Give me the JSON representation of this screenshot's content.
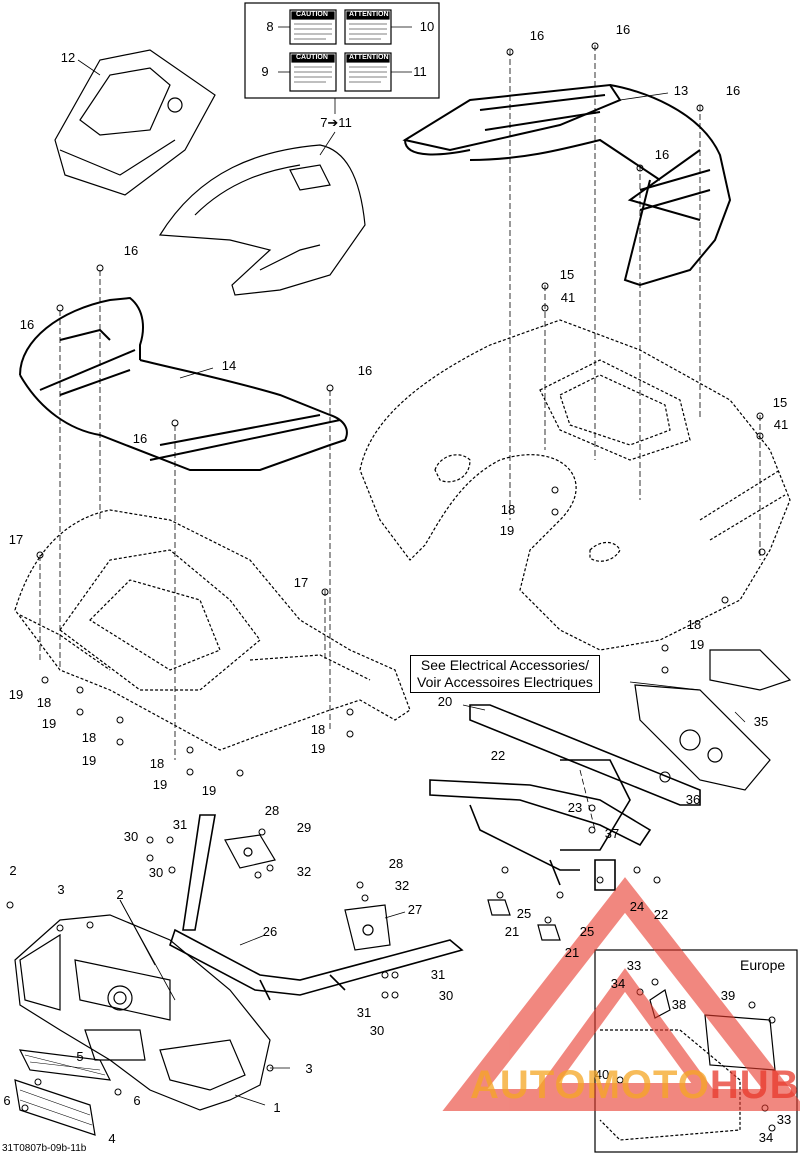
{
  "callouts": [
    {
      "n": "1"
    },
    {
      "n": "2"
    },
    {
      "n": "2"
    },
    {
      "n": "3"
    },
    {
      "n": "3"
    },
    {
      "n": "4"
    },
    {
      "n": "5"
    },
    {
      "n": "6"
    },
    {
      "n": "6"
    },
    {
      "n": "7➔11"
    },
    {
      "n": "8"
    },
    {
      "n": "9"
    },
    {
      "n": "10"
    },
    {
      "n": "11"
    },
    {
      "n": "12"
    },
    {
      "n": "13"
    },
    {
      "n": "14"
    },
    {
      "n": "15"
    },
    {
      "n": "15"
    },
    {
      "n": "16"
    },
    {
      "n": "16"
    },
    {
      "n": "16"
    },
    {
      "n": "16"
    },
    {
      "n": "16"
    },
    {
      "n": "16"
    },
    {
      "n": "16"
    },
    {
      "n": "16"
    },
    {
      "n": "17"
    },
    {
      "n": "17"
    },
    {
      "n": "18"
    },
    {
      "n": "18"
    },
    {
      "n": "18"
    },
    {
      "n": "18"
    },
    {
      "n": "18"
    },
    {
      "n": "18"
    },
    {
      "n": "19"
    },
    {
      "n": "19"
    },
    {
      "n": "19"
    },
    {
      "n": "19"
    },
    {
      "n": "19"
    },
    {
      "n": "19"
    },
    {
      "n": "19"
    },
    {
      "n": "19"
    },
    {
      "n": "20"
    },
    {
      "n": "21"
    },
    {
      "n": "21"
    },
    {
      "n": "22"
    },
    {
      "n": "22"
    },
    {
      "n": "23"
    },
    {
      "n": "24"
    },
    {
      "n": "25"
    },
    {
      "n": "25"
    },
    {
      "n": "26"
    },
    {
      "n": "27"
    },
    {
      "n": "28"
    },
    {
      "n": "28"
    },
    {
      "n": "29"
    },
    {
      "n": "30"
    },
    {
      "n": "30"
    },
    {
      "n": "30"
    },
    {
      "n": "30"
    },
    {
      "n": "31"
    },
    {
      "n": "31"
    },
    {
      "n": "31"
    },
    {
      "n": "32"
    },
    {
      "n": "32"
    },
    {
      "n": "33"
    },
    {
      "n": "33"
    },
    {
      "n": "34"
    },
    {
      "n": "34"
    },
    {
      "n": "35"
    },
    {
      "n": "36"
    },
    {
      "n": "37"
    },
    {
      "n": "38"
    },
    {
      "n": "39"
    },
    {
      "n": "40"
    },
    {
      "n": "41"
    },
    {
      "n": "41"
    }
  ],
  "notes": {
    "electrical_line1": "See Electrical Accessories/",
    "electrical_line2": "Voir Accessoires Electriques",
    "region": "Europe",
    "drawing_code": "31T0807b-09b-11b"
  },
  "decals": {
    "caution": "CAUTION",
    "attention": "ATTENTION"
  },
  "watermark": {
    "part1": "AUTOMOTO",
    "part2": "HUB",
    "color1": "#f5a623",
    "color2": "#e8392b"
  }
}
